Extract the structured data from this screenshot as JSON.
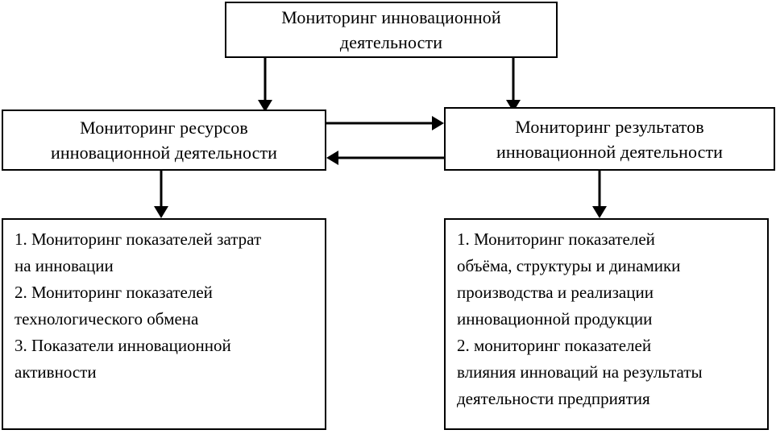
{
  "diagram": {
    "type": "block-hierarchy-flowchart",
    "language": "ru",
    "root": {
      "id": "monitoring-innovation-activity",
      "lines": [
        "Мониторинг инновационной",
        "деятельности"
      ],
      "text": "Мониторинг инновационной деятельности"
    },
    "branches": [
      {
        "id": "monitoring-resources",
        "lines": [
          "Мониторинг ресурсов",
          "инновационной деятельности"
        ],
        "text": "Мониторинг ресурсов инновационной деятельности",
        "details": {
          "id": "resources-indicators-list",
          "items": [
            {
              "number": "1.",
              "lines": [
                "1. Мониторинг показателей затрат",
                "на инновации"
              ]
            },
            {
              "number": "2.",
              "lines": [
                "2. Мониторинг показателей",
                "технологического обмена"
              ]
            },
            {
              "number": "3.",
              "lines": [
                "3. Показатели инновационной",
                "активности"
              ]
            }
          ]
        }
      },
      {
        "id": "monitoring-results",
        "lines": [
          "Мониторинг результатов",
          "инновационной деятельности"
        ],
        "text": "Мониторинг результатов инновационной деятельности",
        "details": {
          "id": "results-indicators-list",
          "items": [
            {
              "number": "1.",
              "lines": [
                "1. Мониторинг показателей",
                "объёма, структуры и динамики",
                "производства и реализации",
                "инновационной продукции"
              ]
            },
            {
              "number": "2.",
              "lines": [
                "2. мониторинг показателей",
                "влияния инноваций на результаты",
                "деятельности предприятия"
              ]
            }
          ]
        }
      }
    ],
    "connectors": [
      {
        "id": "root-to-resources",
        "kind": "arrow-down",
        "from": "monitoring-innovation-activity",
        "to": "monitoring-resources"
      },
      {
        "id": "root-to-results",
        "kind": "arrow-down",
        "from": "monitoring-innovation-activity",
        "to": "monitoring-results"
      },
      {
        "id": "resources-to-results",
        "kind": "arrow-right",
        "from": "monitoring-resources",
        "to": "monitoring-results"
      },
      {
        "id": "results-to-resources",
        "kind": "arrow-left",
        "from": "monitoring-results",
        "to": "monitoring-resources"
      },
      {
        "id": "resources-to-list",
        "kind": "arrow-down",
        "from": "monitoring-resources",
        "to": "resources-indicators-list"
      },
      {
        "id": "results-to-list",
        "kind": "arrow-down",
        "from": "monitoring-results",
        "to": "results-indicators-list"
      }
    ],
    "colors": {
      "stroke": "#000000",
      "fill": "#ffffff",
      "text": "#000000"
    }
  }
}
